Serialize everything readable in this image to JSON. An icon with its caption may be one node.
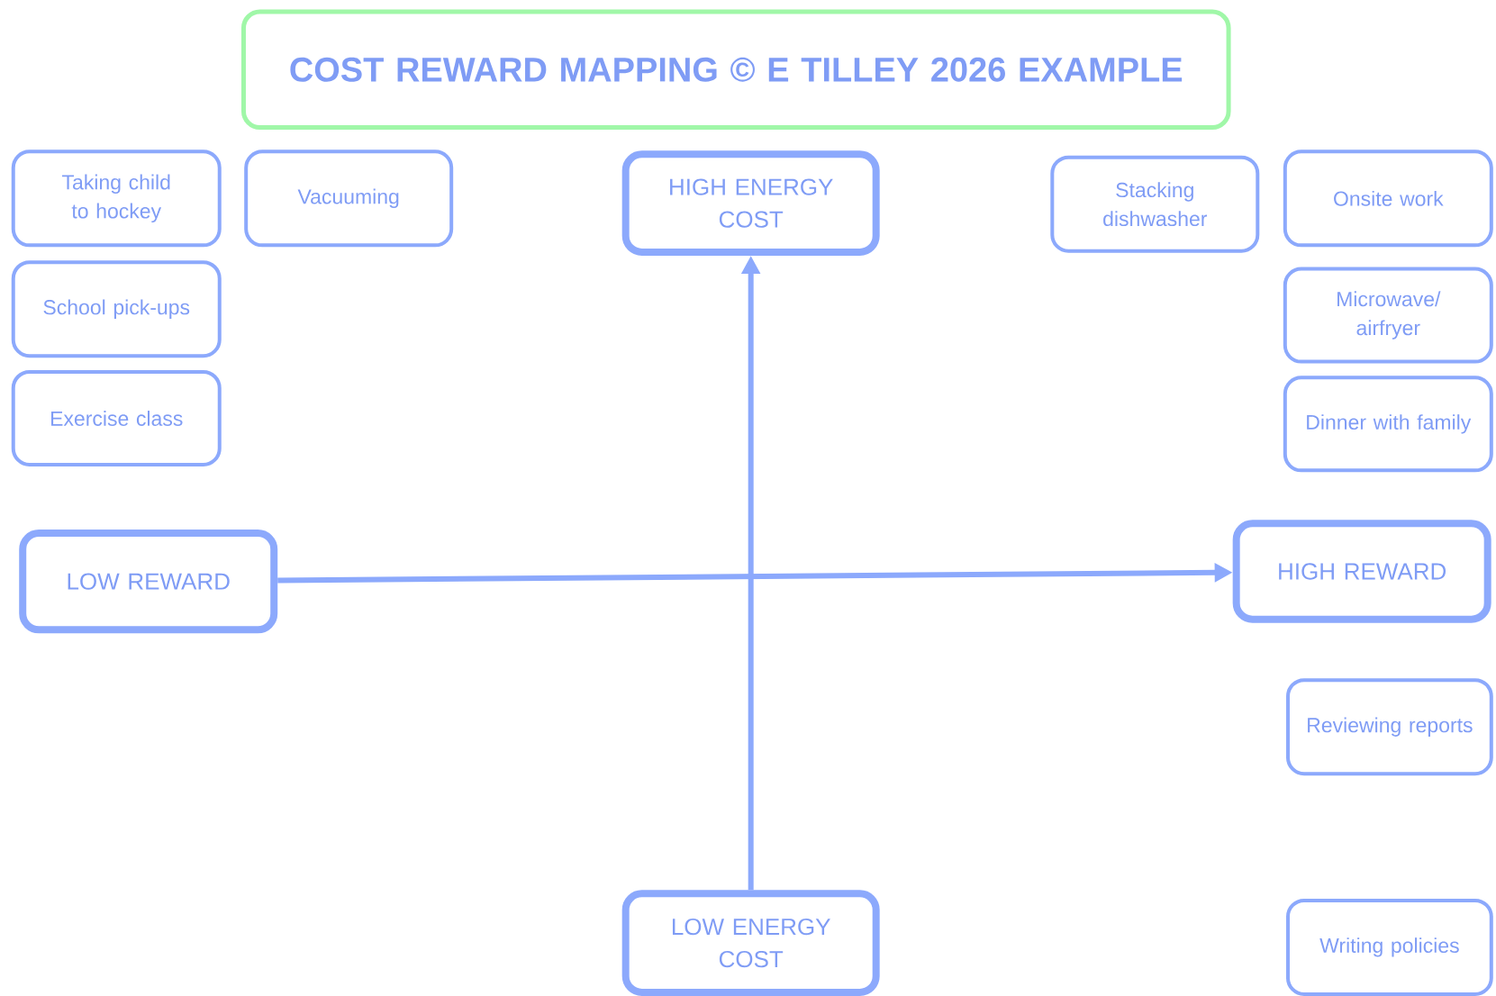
{
  "diagram": {
    "nodes": [
      {
        "text": [
          "COST REWARD MAPPING © E TILLEY 2026 EXAMPLE"
        ]
      },
      {
        "text": [
          "Taking child to hockey"
        ]
      },
      {
        "text": [
          "Vacuuming"
        ]
      },
      {
        "text": [
          "HIGH ENERGY COST"
        ]
      },
      {
        "text": [
          "Stacking dishwasher"
        ]
      },
      {
        "text": [
          "Onsite work"
        ]
      },
      {
        "text": [
          "School pick-ups"
        ]
      },
      {
        "text": [
          "Microwave/ airfryer"
        ]
      },
      {
        "text": [
          "Exercise class"
        ]
      },
      {
        "text": [
          "Dinner with family"
        ]
      },
      {
        "text": [
          "LOW REWARD"
        ]
      },
      {
        "text": [
          "HIGH REWARD"
        ]
      },
      {
        "text": [
          "Reviewing reports"
        ]
      },
      {
        "text": [
          "LOW ENERGY COST"
        ]
      },
      {
        "text": [
          "Writing policies"
        ]
      }
    ],
    "edges": [
      {
        "from": 13,
        "to": 3,
        "arrow": "to"
      },
      {
        "from": 10,
        "to": 11,
        "arrow": "to"
      }
    ]
  }
}
